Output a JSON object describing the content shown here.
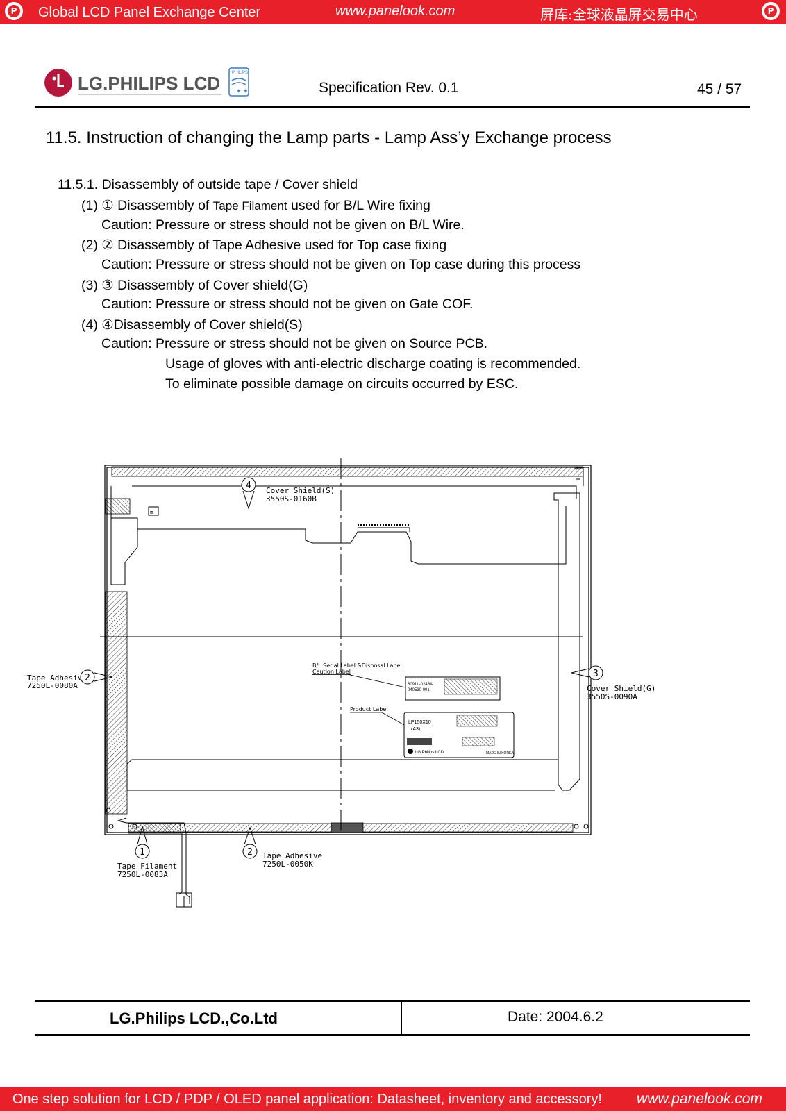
{
  "top_banner": {
    "left_text": "Global LCD Panel Exchange Center",
    "center_text": "www.panelook.com",
    "right_text": "屏库:全球液晶屏交易中心",
    "icon_glyph": "P",
    "brand_color": "#e8202a"
  },
  "header": {
    "logo_text": "LG.PHILIPS LCD",
    "philips_text": "PHILIPS",
    "spec": "Specification Rev. 0.1",
    "page": "45 / 57"
  },
  "section": {
    "title": "11.5. Instruction of changing the Lamp parts - Lamp Ass’y Exchange process",
    "subtitle": "11.5.1. Disassembly of outside tape / Cover shield",
    "items": [
      {
        "pre": "(1) ① Disassembly of ",
        "small": "Tape Filament",
        "post": " used for B/L Wire fixing",
        "caution": "Caution: Pressure or stress should not be given on B/L Wire."
      },
      {
        "text": "(2) ② Disassembly of Tape Adhesive used for Top case fixing",
        "caution": "Caution: Pressure or stress should not be given on Top case during this process"
      },
      {
        "text": "(3) ③ Disassembly of Cover shield(G)",
        "caution": "Caution: Pressure or stress should not be given on Gate COF."
      },
      {
        "text": "(4) ④Disassembly of Cover shield(S)",
        "caution": "Caution: Pressure or stress should not be given on Source PCB."
      }
    ],
    "notes": [
      "Usage of gloves with anti-electric discharge coating is recommended.",
      "To eliminate possible damage on circuits occurred by ESC."
    ]
  },
  "drawing": {
    "callouts": {
      "c4_num": "4",
      "c4_name": "Cover Shield(S)",
      "c4_part": "3550S-0160B",
      "c2a_num": "2",
      "c2a_name": "Tape Adhesive",
      "c2a_part": "7250L-0080A",
      "c3_num": "3",
      "c3_name": "Cover Shield(G)",
      "c3_part": "3550S-0090A",
      "c1_num": "1",
      "c1_name": "Tape Filament",
      "c1_part": "7250L-0083A",
      "c2b_num": "2",
      "c2b_name": "Tape Adhesive",
      "c2b_part": "7250L-0050K"
    },
    "labels": {
      "serial_label_1": "B/L Serial Label &Disposal Label",
      "serial_label_2": "Caution Label",
      "product_label": "Product Label",
      "serial_code": "6091L-0246A",
      "serial_code2": "040530    001",
      "model": "LP150X10",
      "model_sub": "(A3)",
      "made_in": "MADE IN KOREA",
      "brand": "LG.Philips LCD"
    }
  },
  "footer": {
    "company": "LG.Philips LCD.,Co.Ltd",
    "date": "Date: 2004.6.2"
  },
  "bottom_banner": {
    "left_text": "One step solution for LCD / PDP / OLED panel application: Datasheet, inventory and accessory!",
    "right_text": "www.panelook.com"
  }
}
